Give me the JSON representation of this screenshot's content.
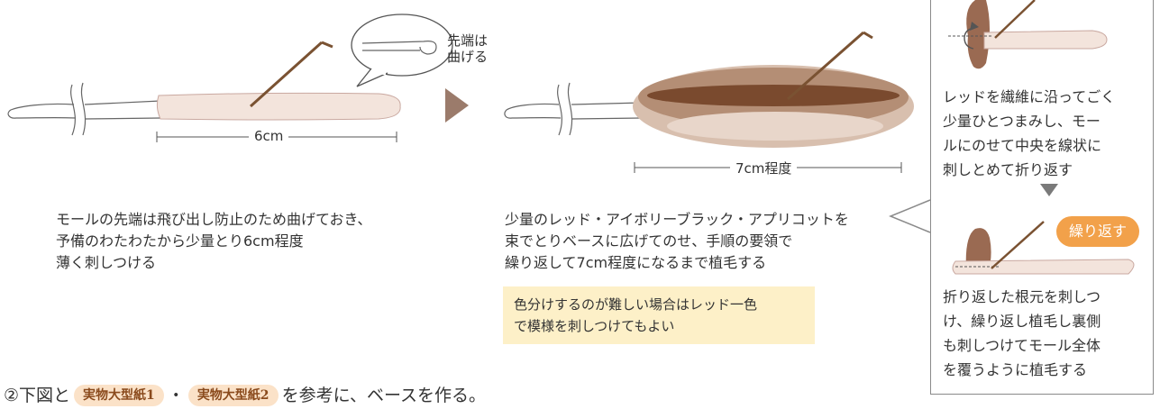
{
  "bubble_label": [
    "先端は",
    "曲げる"
  ],
  "dim_6": "6cm",
  "dim_7": "7cm程度",
  "caption1": [
    "モールの先端は飛び出し防止のため曲げておき、",
    "予備のわたわたから少量とり6cm程度",
    "薄く刺しつける"
  ],
  "caption2": [
    "少量のレッド・アイボリーブラック・アプリコットを",
    "束でとりベースに広げてのせ、手順の要領で",
    "繰り返して7cm程度になるまで植毛する"
  ],
  "note": [
    "色分けするのが難しい場合はレッド一色",
    "で模様を刺しつけてもよい"
  ],
  "panel": {
    "text1": [
      "レッドを繊維に沿ってごく",
      "少量ひとつまみし、モー",
      "ルにのせて中央を線状に",
      "刺しとめて折り返す"
    ],
    "badge": "繰り返す",
    "text2": [
      "折り返した根元を刺しつ",
      "け、繰り返し植毛し裏側",
      "も刺しつけてモール全体",
      "を覆うように植毛する"
    ]
  },
  "step": {
    "prefix": "②下図と",
    "tag1": "実物大型紙1",
    "sep": "・",
    "tag2": "実物大型紙2",
    "suffix": "を参考に、ベースを作る。"
  },
  "colors": {
    "wool_light": "#f3e4dc",
    "wool_dark": "#7a4a2e",
    "needle": "#7a5232",
    "arrow": "#9b7b6b",
    "note_bg": "#fdf0c8",
    "badge": "#f2a14a"
  }
}
